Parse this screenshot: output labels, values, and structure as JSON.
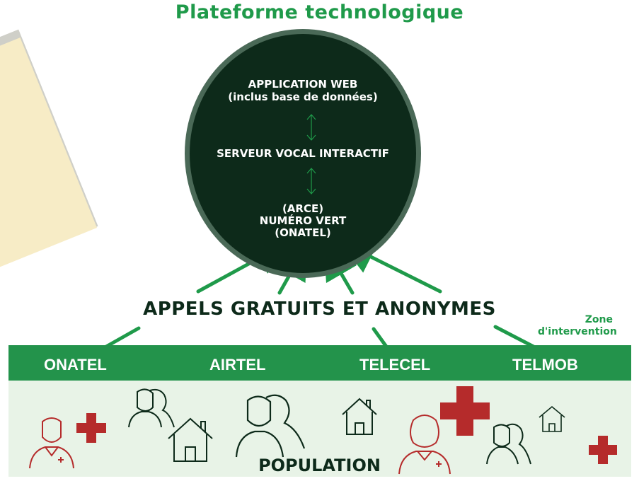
{
  "title": "Plateforme technologique",
  "circle": {
    "line1": "APPLICATION WEB",
    "line2": "(inclus base de données)",
    "line3": "SERVEUR VOCAL INTERACTIF",
    "line4": "(ARCE)",
    "line5": "NUMÉRO VERT",
    "line6": "(ONATEL)"
  },
  "calls_label": "APPELS GRATUITS ET ANONYMES",
  "zone_label": "Zone\nd'intervention",
  "operators": [
    "ONATEL",
    "AIRTEL",
    "TELECEL",
    "TELMOB"
  ],
  "population_label": "POPULATION",
  "colors": {
    "green": "#1f9a4a",
    "band": "#23934b",
    "circle": "#0d2a1a",
    "health_red": "#b52b2b",
    "population_bg": "#e8f3e7"
  },
  "icons": [
    "doctor-icon",
    "health-cross-icon",
    "people-icon",
    "house-icon",
    "nurse-icon"
  ]
}
